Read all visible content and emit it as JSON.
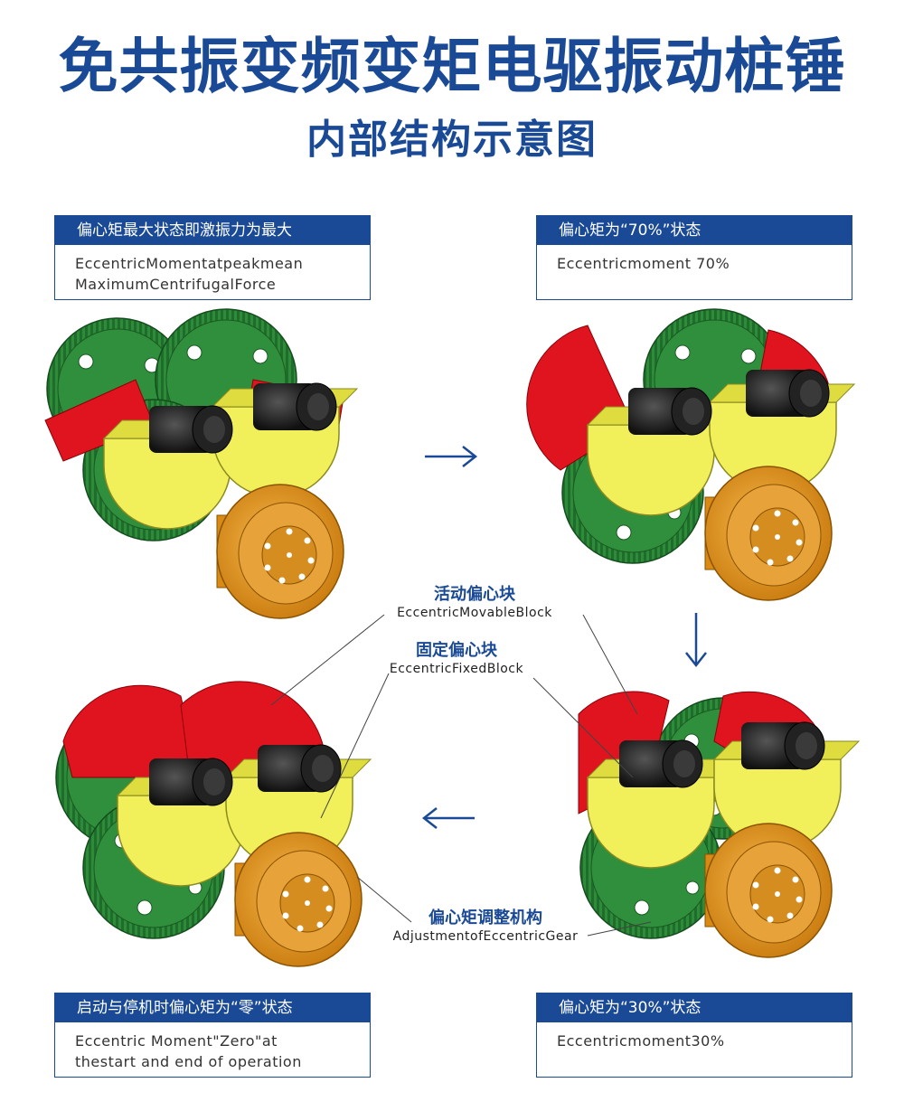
{
  "title": "免共振变频变矩电驱振动桩锤",
  "subtitle": "内部结构示意图",
  "states": [
    {
      "id": "max",
      "heading": "偏心矩最大状态即激振力为最大",
      "line1": "EccentricMomentatpeakmean",
      "line2": "MaximumCentrifugalForce"
    },
    {
      "id": "p70",
      "heading": "偏心矩为“70%”状态",
      "line1": "Eccentricmoment 70%",
      "line2": ""
    },
    {
      "id": "zero",
      "heading": "启动与停机时偏心矩为“零”状态",
      "line1": "Eccentric Moment\"Zero\"at",
      "line2": "thestart and end of operation"
    },
    {
      "id": "p30",
      "heading": "偏心矩为“30%”状态",
      "line1": "Eccentricmoment30%",
      "line2": ""
    }
  ],
  "labels": {
    "movable": {
      "zh": "活动偏心块",
      "en": "EccentricMovableBlock"
    },
    "fixed": {
      "zh": "固定偏心块",
      "en": "EccentricFixedBlock"
    },
    "adjust": {
      "zh": "偏心矩调整机构",
      "en": "AdjustmentofEccentricGear"
    }
  },
  "colors": {
    "brand_blue": "#1a4a96",
    "gear_green": "#2e8b3a",
    "eccentric_red": "#e0141e",
    "fixed_yellow": "#f1ef5a",
    "shaft_black": "#1e1e1e",
    "motor_orange": "#e99a1c"
  }
}
